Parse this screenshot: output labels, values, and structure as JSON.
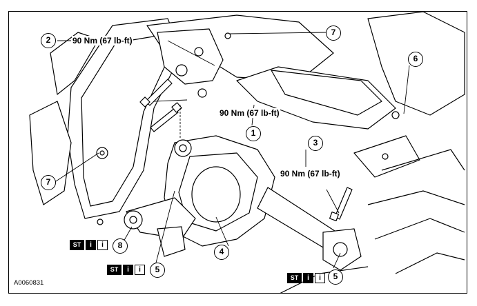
{
  "figure_id": "A0060831",
  "icon_names": [
    "special-tool-icon",
    "info-solid-icon",
    "info-outline-icon"
  ],
  "icon_glyphs": {
    "st": "ST",
    "info": "i"
  },
  "callouts": {
    "c1": "1",
    "c2": "2",
    "c3": "3",
    "c4": "4",
    "c5a": "5",
    "c5b": "5",
    "c6": "6",
    "c7a": "7",
    "c7b": "7",
    "c8": "8"
  },
  "torque": {
    "t2": "90 Nm (67 lb-ft)",
    "t1": "90 Nm (67 lb-ft)",
    "t3": "90 Nm (67 lb-ft)"
  }
}
